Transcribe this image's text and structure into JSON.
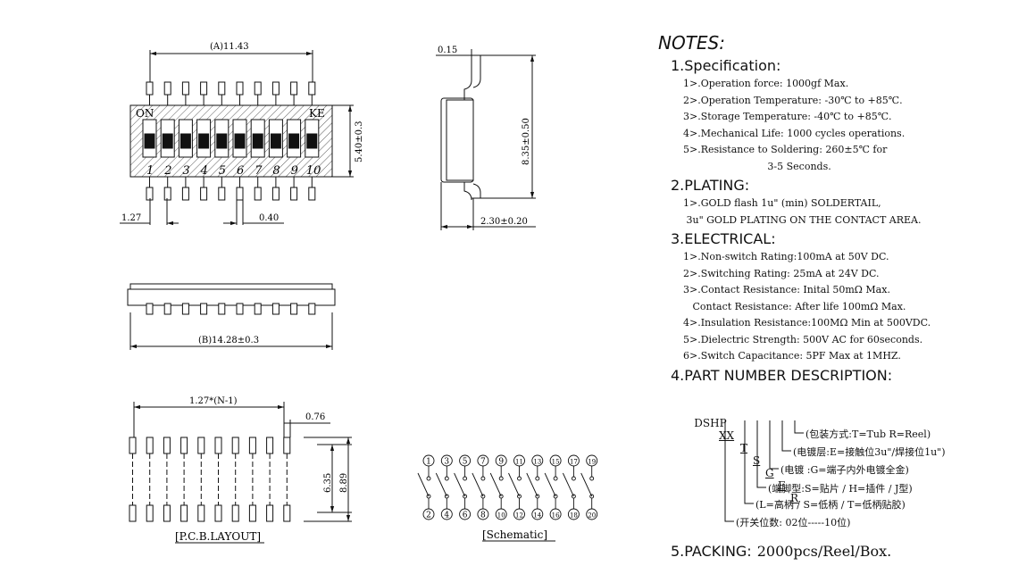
{
  "drawing": {
    "dim_a": "(A)11.43",
    "dim_b": "(B)14.28±0.3",
    "dim_h": "5.40±0.3",
    "dim_pitch": "1.27",
    "dim_lead": "0.40",
    "dim_thick": "0.15",
    "dim_span": "8.35±0.50",
    "dim_height": "2.30±0.20",
    "on_label": "ON",
    "ke_label": "KE",
    "switch_numbers": [
      "1",
      "2",
      "3",
      "4",
      "5",
      "6",
      "7",
      "8",
      "9",
      "10"
    ],
    "pcb_pitch": "1.27*(N-1)",
    "pcb_pad": "0.76",
    "pcb_row": "6.35",
    "pcb_span": "8.89",
    "pcb_label": "[P.C.B.LAYOUT]",
    "schematic_label": "[Schematic]",
    "schematic_top": [
      "1",
      "3",
      "5",
      "7",
      "9",
      "11",
      "13",
      "15",
      "17",
      "19"
    ],
    "schematic_bottom": [
      "2",
      "4",
      "6",
      "8",
      "10",
      "12",
      "14",
      "16",
      "18",
      "20"
    ]
  },
  "notes": {
    "title": "NOTES:",
    "sections": [
      {
        "heading": "1.Specification:",
        "items": [
          "1>.Operation force: 1000gf Max.",
          "2>.Operation Temperature: -30℃ to +85℃.",
          "3>.Storage Temperature: -40℃ to +85℃.",
          "4>.Mechanical Life: 1000 cycles operations.",
          "5>.Resistance to Soldering: 260±5℃ for\n                           3-5 Seconds."
        ]
      },
      {
        "heading": "2.PLATING:",
        "items": [
          "1>.GOLD flash 1u\" (min) SOLDERTAIL,",
          " 3u\" GOLD PLATING ON THE CONTACT AREA."
        ]
      },
      {
        "heading": "3.ELECTRICAL:",
        "items": [
          "1>.Non-switch Rating:100mA at 50V DC.",
          "2>.Switching Rating: 25mA at 24V DC.",
          "3>.Contact Resistance: Inital 50mΩ Max.",
          "   Contact Resistance: After life 100mΩ Max.",
          "4>.Insulation Resistance:100MΩ Min at 500VDC.",
          "5>.Dielectric Strength: 500V AC for 60seconds.",
          "6>.Switch Capacitance: 5PF Max at 1MHZ."
        ]
      },
      {
        "heading": "4.PART NUMBER DESCRIPTION:",
        "items": []
      }
    ],
    "part_number": {
      "prefix": "DSHP",
      "codes": [
        "XX",
        "T",
        "S",
        "G",
        "E",
        "R"
      ],
      "descriptions": [
        "(包装方式:T=Tub R=Reel)",
        "(电镀层:E=接触位3u\"/焊接位1u\")",
        "(电镀  :G=端子内外电镀全金)",
        "(端脚型:S=贴片 / H=插件 / J型)",
        "(L=高柄 / S=低柄 / T=低柄贴胶)",
        "(开关位数: 02位-----10位)"
      ]
    },
    "packing": {
      "label": "5.PACKING:",
      "value": "2000pcs/Reel/Box."
    }
  }
}
